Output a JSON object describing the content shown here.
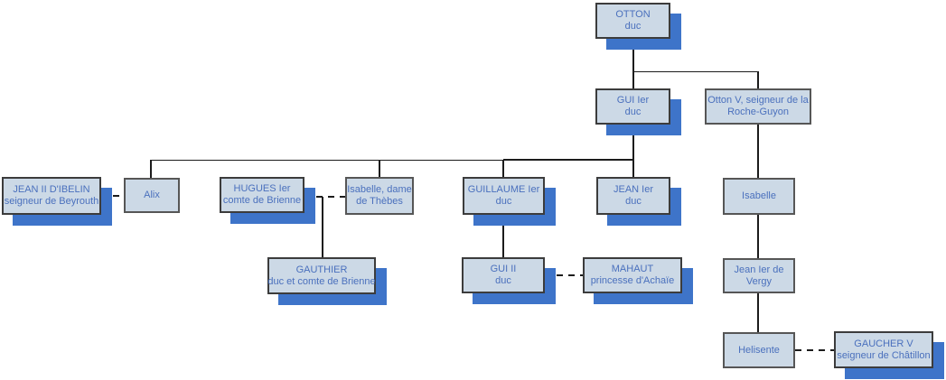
{
  "diagram": {
    "type": "family-tree",
    "language": "fr"
  },
  "nodes": {
    "otton": {
      "line1": "OTTON",
      "line2": "duc"
    },
    "gui_ier": {
      "line1": "GUI Ier",
      "line2": "duc"
    },
    "otton_v": {
      "line1": "Otton V, seigneur de la",
      "line2": "Roche-Guyon"
    },
    "jean_ii_dibelin": {
      "line1": "JEAN II D'IBELIN",
      "line2": "seigneur de Beyrouth"
    },
    "alix": {
      "line1": "Alix"
    },
    "hugues_ier": {
      "line1": "HUGUES Ier",
      "line2": "comte de Brienne"
    },
    "isabelle_thebes": {
      "line1": "Isabelle, dame",
      "line2": "de Thèbes"
    },
    "guillaume_ier": {
      "line1": "GUILLAUME Ier",
      "line2": "duc"
    },
    "jean_ier": {
      "line1": "JEAN Ier",
      "line2": "duc"
    },
    "isabelle": {
      "line1": "Isabelle"
    },
    "gauthier": {
      "line1": "GAUTHIER",
      "line2": "duc et comte de Brienne"
    },
    "gui_ii": {
      "line1": "GUI II",
      "line2": "duc"
    },
    "mahaut": {
      "line1": "MAHAUT",
      "line2": "princesse d'Achaïe"
    },
    "jean_ier_vergy": {
      "line1": "Jean Ier de",
      "line2": "Vergy"
    },
    "helisente": {
      "line1": "Helisente"
    },
    "gaucher_v": {
      "line1": "GAUCHER V",
      "line2": "seigneur de Châtillon"
    }
  },
  "colors": {
    "box_fill": "#ccd9e6",
    "box_border": "#3c3c3c",
    "box_border_light": "#565656",
    "shadow_blue": "#3e74c9",
    "text_blue": "#4a70bd",
    "line_color": "#1c1c1c",
    "background": "#ffffff"
  }
}
